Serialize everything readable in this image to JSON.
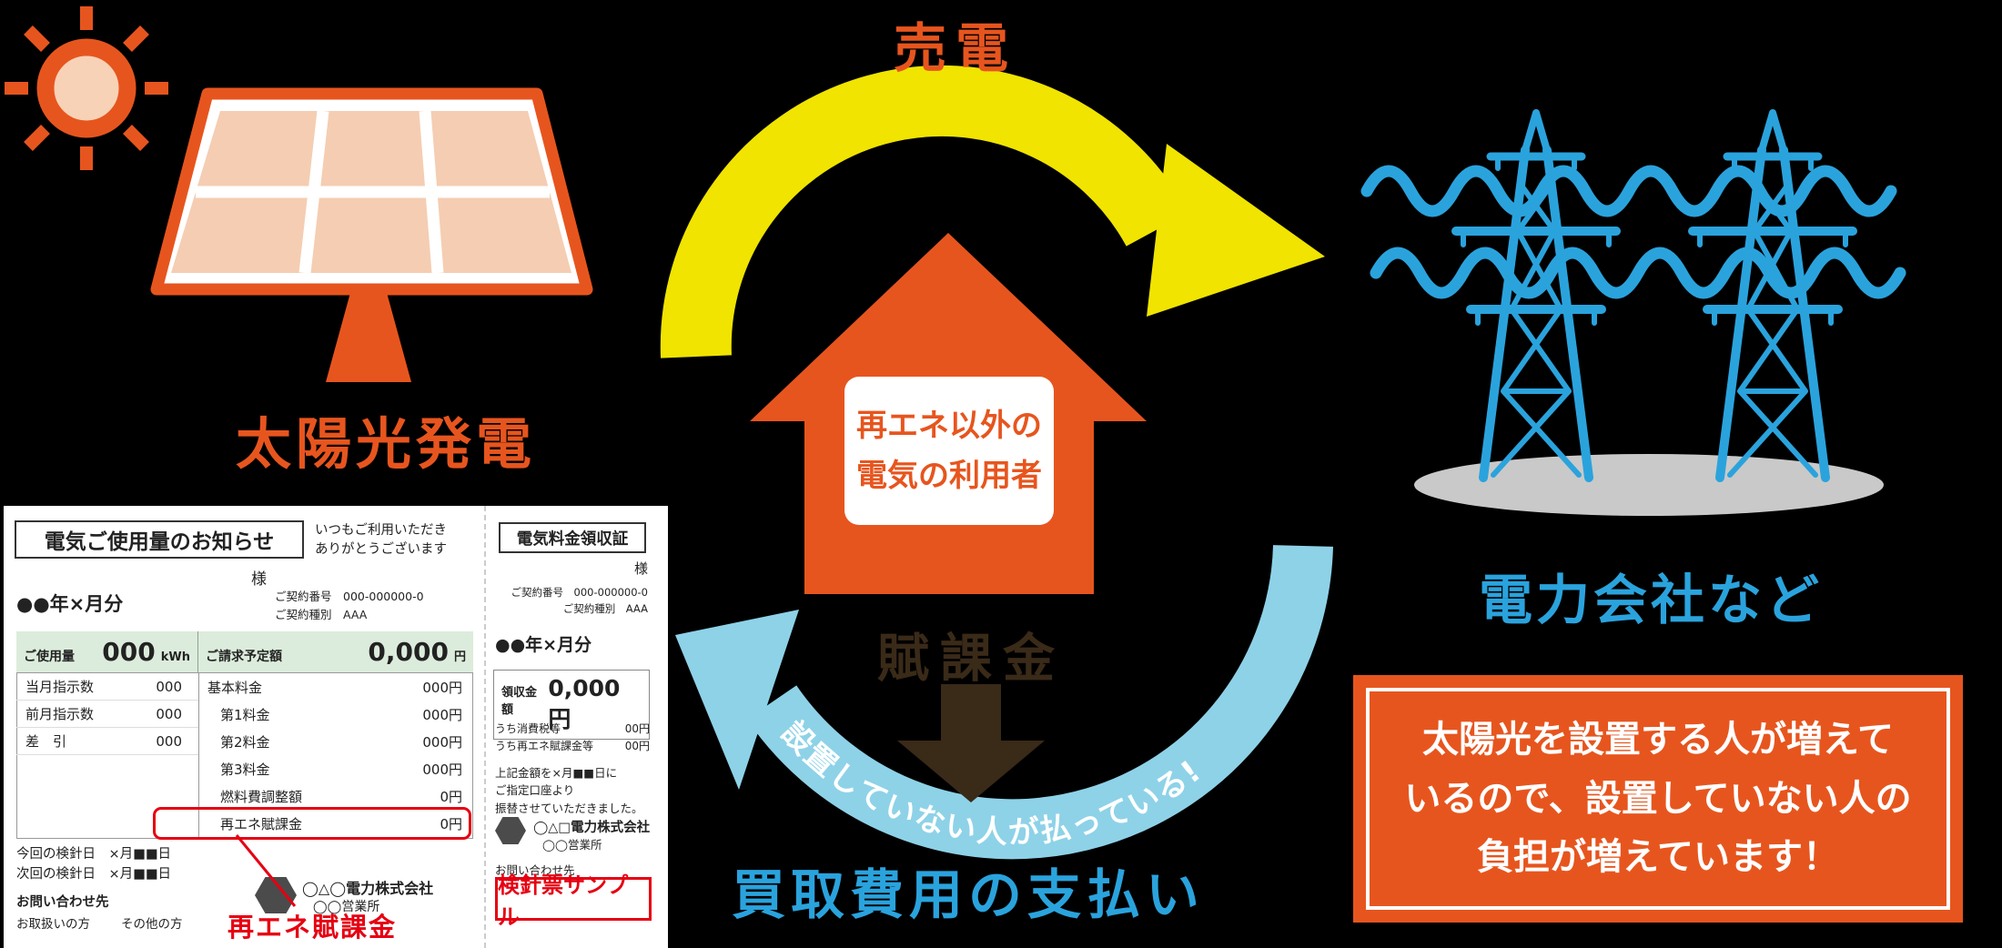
{
  "colors": {
    "orange": "#e7551e",
    "yellow": "#f0e400",
    "blue": "#2aa3dd",
    "light-blue": "#8ed2e8",
    "brown": "#3a2a18",
    "red": "#e60012",
    "bill-green": "#dcecdc",
    "shadow-gray": "#c9c9c9",
    "panel-cell": "#f5cdb2",
    "sun-core": "#f8d2b6"
  },
  "labels": {
    "sell": "売電",
    "solar": "太陽光発電",
    "grid": "電力会社など",
    "surcharge": "賦課金",
    "purchase": "買取費用の支払い",
    "arc_note": "設置していない人が払っている!",
    "house_box": "再エネ以外の\n電気の利用者",
    "info_box": "太陽光を設置する人が増えて\nいるので、設置していない人の\n負担が増えています！",
    "callout": "再エネ賦課金"
  },
  "bill": {
    "notice": {
      "title": "電気ご使用量のお知らせ",
      "greeting": "いつもご利用いただき\nありがとうございます",
      "honorific": "様",
      "contract_number": "ご契約番号　000-000000-0",
      "contract_type": "ご契約種別　AAA",
      "period": "●●年×月分",
      "usage_label": "ご使用量",
      "usage_value": "000",
      "usage_unit": "kWh",
      "billed_label": "ご請求予定額",
      "billed_value": "0,000",
      "billed_unit": "円",
      "meter_rows": [
        {
          "label": "当月指示数",
          "value": "000"
        },
        {
          "label": "前月指示数",
          "value": "000"
        },
        {
          "label": "差　引",
          "value": "000"
        }
      ],
      "charge_rows": [
        {
          "label": "基本料金",
          "value": "000円"
        },
        {
          "label": "第1料金",
          "value": "000円"
        },
        {
          "label": "第2料金",
          "value": "000円"
        },
        {
          "label": "第3料金",
          "value": "000円"
        },
        {
          "label": "燃料費調整額",
          "value": "0円"
        },
        {
          "label": "再エネ賦課金",
          "value": "0円"
        }
      ],
      "reading_current": "今回の検針日　×月■■日",
      "reading_next": "次回の検針日　×月■■日",
      "contact": "お問い合わせ先",
      "handler1": "お取扱いの方",
      "handler2": "その他の方",
      "company": "◯△◯電力株式会社",
      "office": "◯◯営業所"
    },
    "receipt": {
      "title": "電気料金領収証",
      "honorific": "様",
      "contract_number": "ご契約番号　000-000000-0",
      "contract_type": "ご契約種別　AAA",
      "period": "●●年×月分",
      "amount_label": "領収金額",
      "amount_value": "0,000円",
      "tax_label": "うち消費税等",
      "tax_value": "00円",
      "surcharge_label": "うち再エネ賦課金等",
      "surcharge_value": "00円",
      "note": "上記金額を×月■■日に\nご指定口座より\n振替させていただきました。",
      "company": "◯△□電力株式会社",
      "office": "◯◯営業所",
      "contact": "お問い合わせ先",
      "stamp": "検針票サンプル"
    }
  }
}
